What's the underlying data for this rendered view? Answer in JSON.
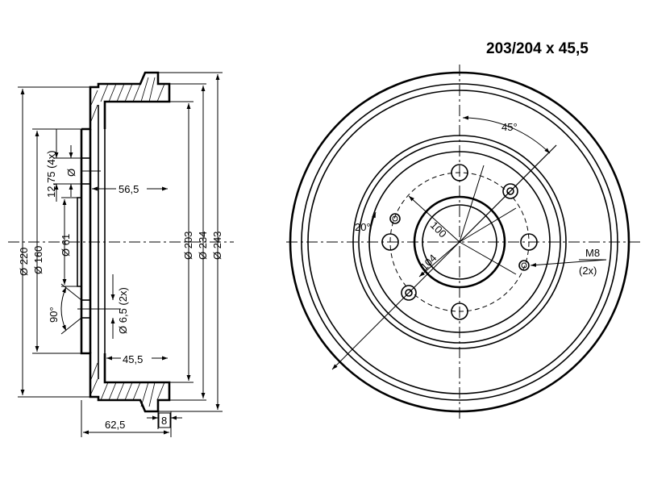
{
  "title": "203/204 x 45,5",
  "side_view": {
    "dim_220": "Ø 220",
    "dim_160": "Ø 160",
    "dim_61": "Ø 61",
    "dim_12_75": "12,75 (4x)",
    "dim_hole_small": "Ø",
    "dim_56_5": "56,5",
    "dim_6_5": "Ø 6,5 (2x)",
    "dim_90": "90°",
    "dim_45_5": "45,5",
    "dim_62_5": "62,5",
    "dim_8": "8",
    "dim_203": "Ø 203",
    "dim_234": "Ø 234",
    "dim_243": "Ø 243"
  },
  "front_view": {
    "dim_45deg": "45°",
    "dim_20deg": "20°",
    "dim_100": "100",
    "dim_104": "104",
    "dim_m8": "M8",
    "dim_m8_count": "(2x)"
  }
}
